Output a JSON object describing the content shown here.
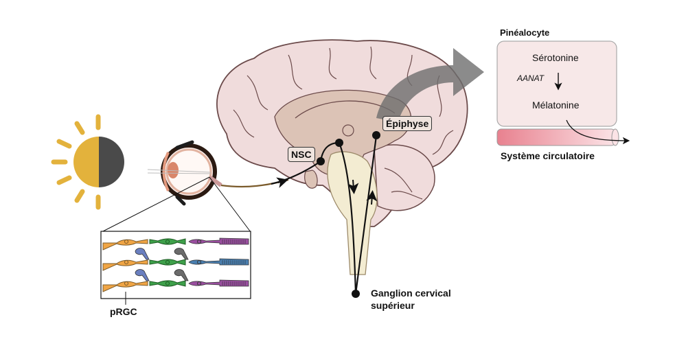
{
  "labels": {
    "nsc": "NSC",
    "epiphyse": "Épiphyse",
    "ganglion_line1": "Ganglion cervical",
    "ganglion_line2": "supérieur",
    "prgc": "pRGC",
    "pinealocyte": "Pinéalocyte",
    "serotonine": "Sérotonine",
    "aanat": "AANAT",
    "melatonine": "Mélatonine",
    "systeme_circulatoire": "Système circulatoire"
  },
  "colors": {
    "sun": "#e3b23c",
    "dark_half": "#4a4a4a",
    "brain_cortex": "#f0dcdc",
    "brain_inner": "#dcc3b6",
    "brainstem": "#f3ecd2",
    "arrow_gray": "#6e6e6e",
    "cell_box": "#f7e8e8",
    "vessel": "#e88b96"
  },
  "icons": [
    "sun-icon",
    "moon-half-icon",
    "eye-icon",
    "brain-icon",
    "retina-cells-icon",
    "blood-vessel-icon",
    "curved-arrow-icon"
  ]
}
